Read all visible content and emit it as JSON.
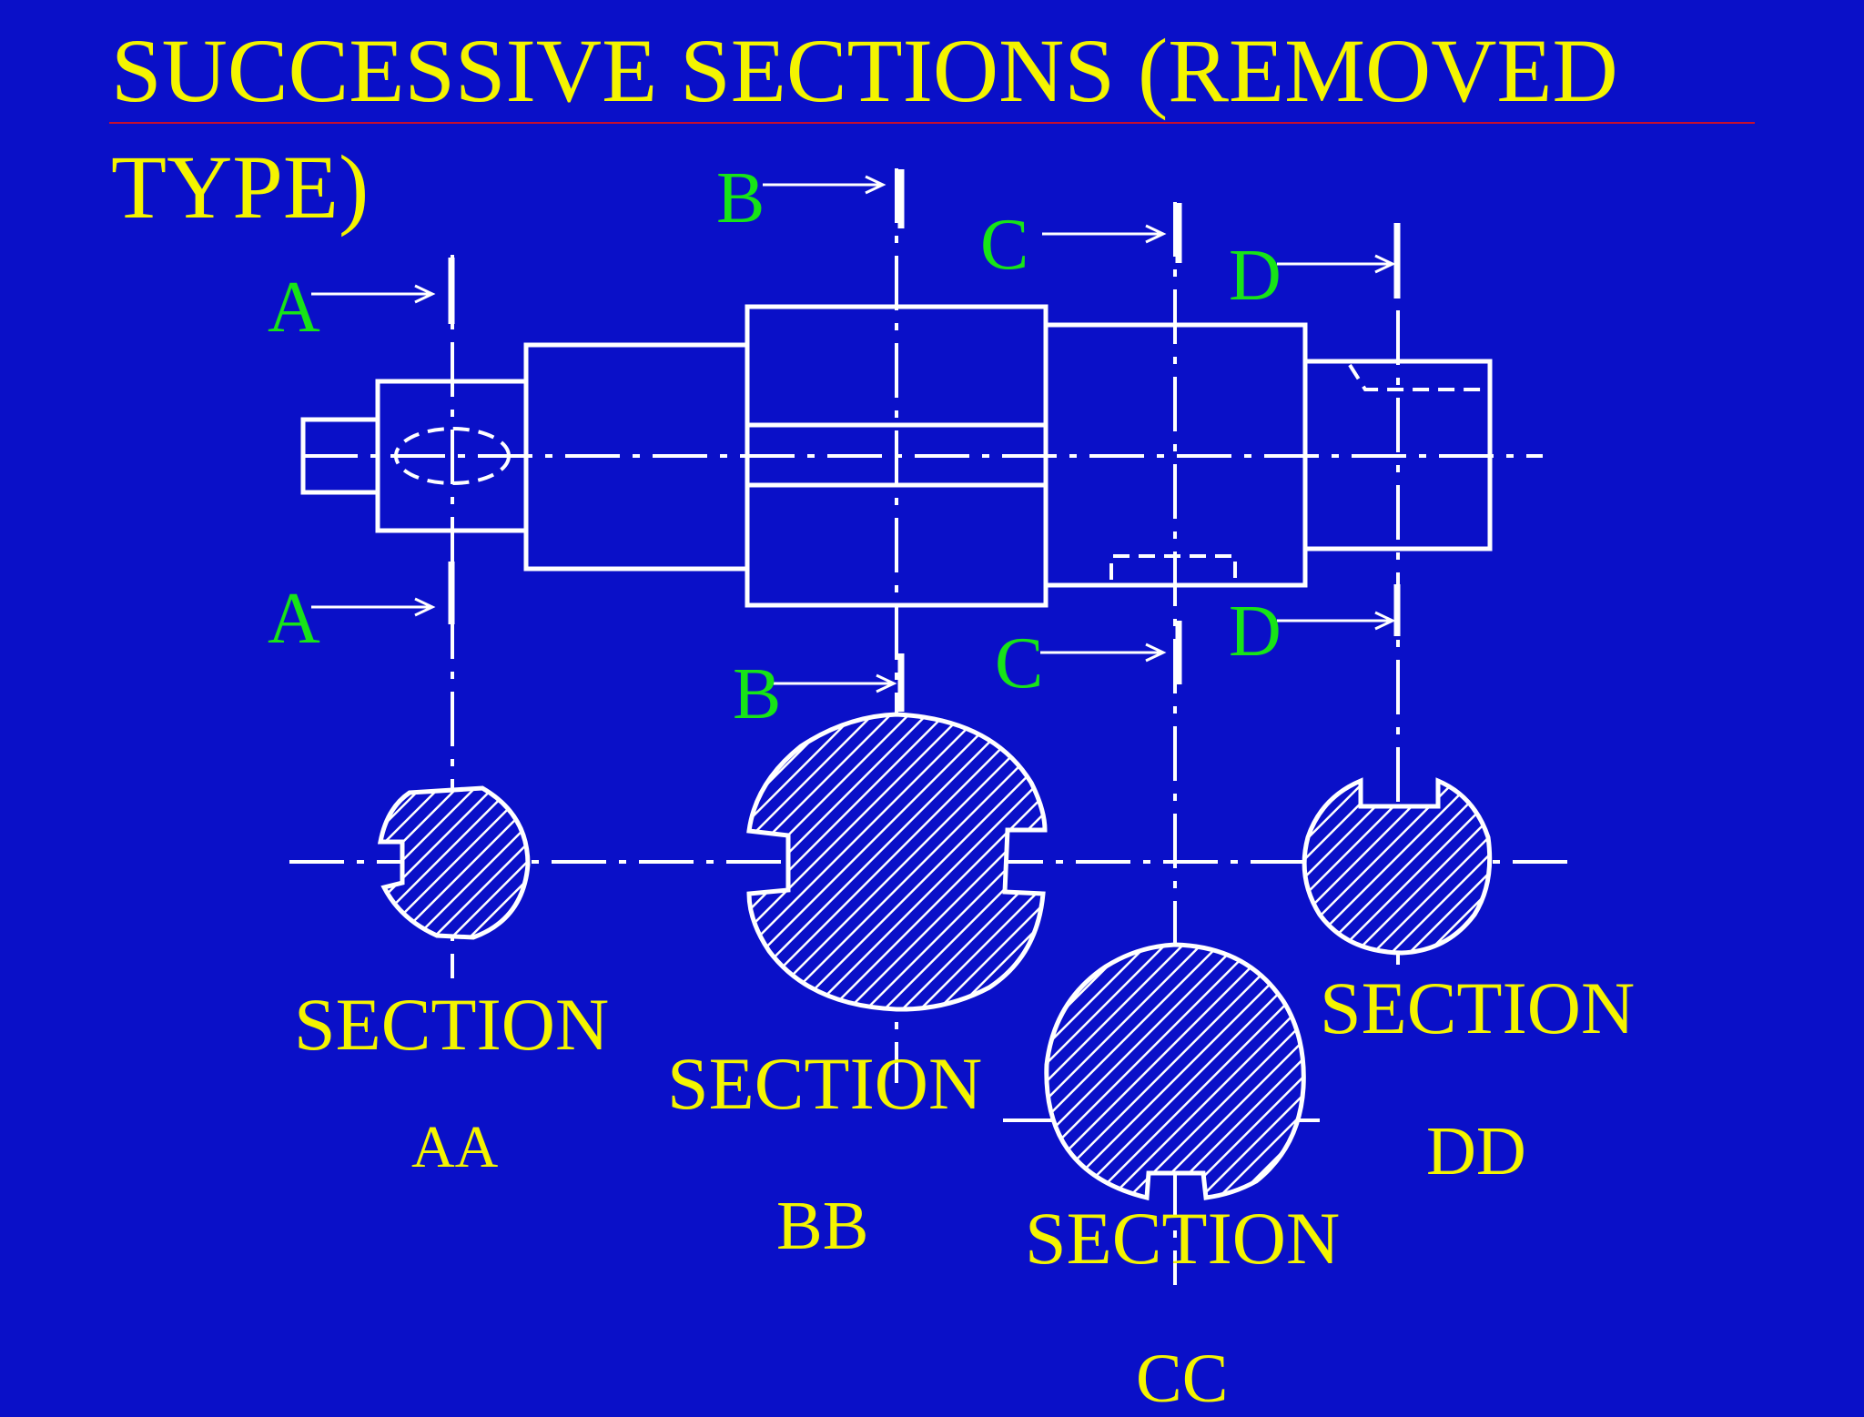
{
  "slide": {
    "title_line1": "SUCCESSIVE SECTIONS (REMOVED",
    "title_line2": "TYPE)"
  },
  "cutting_planes": {
    "a_top": "A",
    "a_bottom": "A",
    "b_top": "B",
    "b_bottom": "B",
    "c_top": "C",
    "c_bottom": "C",
    "d_top": "D",
    "d_bottom": "D"
  },
  "sections": {
    "aa": {
      "label": "SECTION",
      "sub": "AA"
    },
    "bb": {
      "label": "SECTION",
      "sub": "BB"
    },
    "cc": {
      "label": "SECTION",
      "sub": "CC"
    },
    "dd": {
      "label": "SECTION",
      "sub": "DD"
    }
  },
  "colors": {
    "background": "#0a10c8",
    "title": "#f4f400",
    "cut_labels": "#17e417",
    "linework": "#ffffff",
    "title_rule": "#c8102e"
  }
}
